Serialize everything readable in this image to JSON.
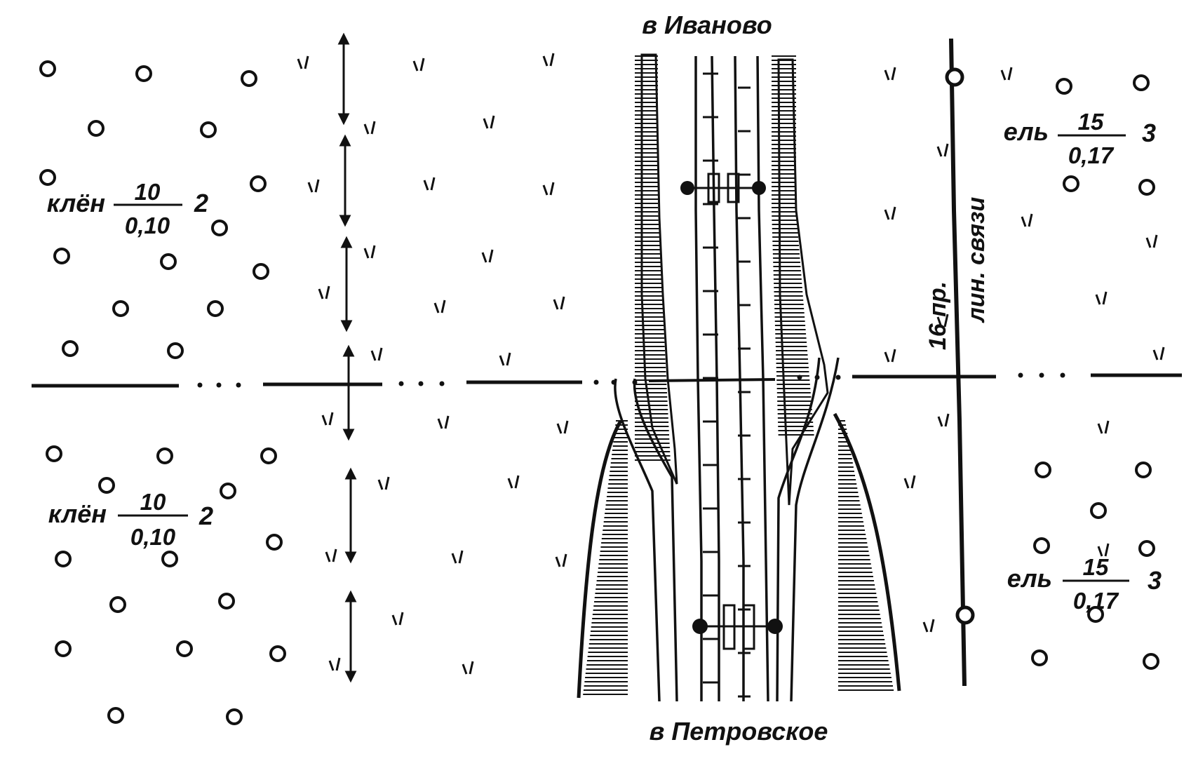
{
  "map": {
    "road_destinations": {
      "north": "в Иваново",
      "south": "в Петровское"
    },
    "communication_line": {
      "wires_label": "16 пр.",
      "line_label": "лин. связи"
    },
    "vegetation_labels": [
      {
        "species": "клён",
        "numerator": "10",
        "denominator": "0,10",
        "suffix": "2",
        "side": "left-top"
      },
      {
        "species": "клён",
        "numerator": "10",
        "denominator": "0,10",
        "suffix": "2",
        "side": "left-bottom"
      },
      {
        "species": "ель",
        "numerator": "15",
        "denominator": "0,17",
        "suffix": "3",
        "side": "right-top"
      },
      {
        "species": "ель",
        "numerator": "15",
        "denominator": "0,17",
        "suffix": "3",
        "side": "right-bottom"
      }
    ],
    "symbols": {
      "tree_marker": "circle",
      "grass_marker": "tick-pair",
      "boundary": "dash-dot-line",
      "road": "double-line",
      "railway": "rail-track",
      "embankment": "hatched-slope",
      "signal": "filled-dot"
    }
  }
}
